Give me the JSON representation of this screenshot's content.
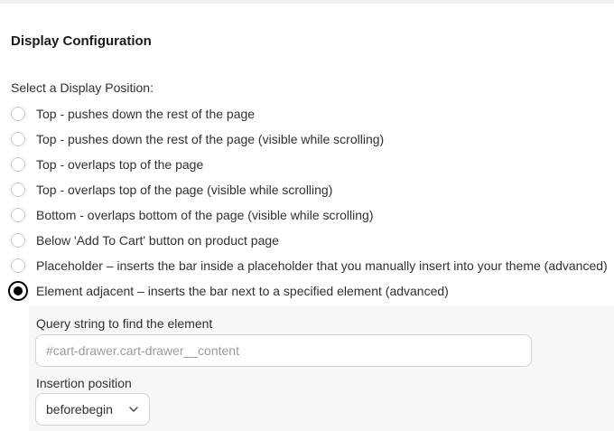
{
  "section": {
    "title": "Display Configuration",
    "select_label": "Select a Display Position:"
  },
  "options": [
    {
      "label": "Top - pushes down the rest of the page",
      "checked": false
    },
    {
      "label": "Top - pushes down the rest of the page (visible while scrolling)",
      "checked": false
    },
    {
      "label": "Top - overlaps top of the page",
      "checked": false
    },
    {
      "label": "Top - overlaps top of the page (visible while scrolling)",
      "checked": false
    },
    {
      "label": "Bottom - overlaps bottom of the page (visible while scrolling)",
      "checked": false
    },
    {
      "label": "Below 'Add To Cart' button on product page",
      "checked": false
    },
    {
      "label": "Placeholder – inserts the bar inside a placeholder that you manually insert into your theme (advanced)",
      "checked": false
    },
    {
      "label": "Element adjacent – inserts the bar next to a specified element (advanced)",
      "checked": true
    }
  ],
  "advanced": {
    "query_label": "Query string to find the element",
    "query_value": "",
    "query_placeholder": "#cart-drawer.cart-drawer__content",
    "position_label": "Insertion position",
    "position_value": "beforebegin"
  },
  "icons": {
    "select_chevron": "chevron-down-icon"
  },
  "colors": {
    "text": "#303030",
    "radio_checked": "#000000",
    "panel_bg": "#f7f7f7"
  }
}
